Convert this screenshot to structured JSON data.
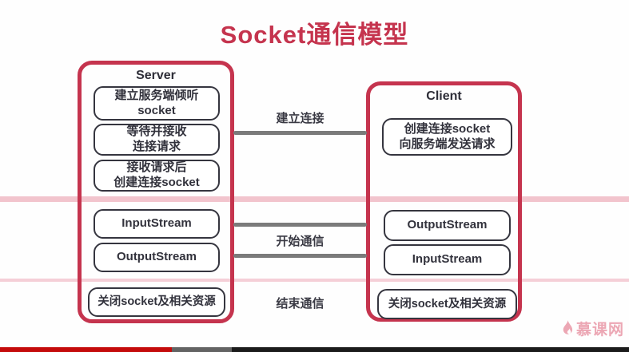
{
  "title": "Socket通信模型",
  "server": {
    "label": "Server",
    "steps": [
      "建立服务端倾听\nsocket",
      "等待并接收\n连接请求",
      "接收请求后\n创建连接socket",
      "InputStream",
      "OutputStream",
      "关闭socket及相关资源"
    ]
  },
  "client": {
    "label": "Client",
    "steps": [
      "创建连接socket\n向服务端发送请求",
      "OutputStream",
      "InputStream",
      "关闭socket及相关资源"
    ]
  },
  "phases": {
    "establish": "建立连接",
    "communicate": "开始通信",
    "finish": "结束通信"
  },
  "watermark": {
    "brand": "慕课网"
  },
  "player": {
    "progress_percent": 27,
    "buffered_percent": 37
  },
  "colors": {
    "accent": "#c5344e",
    "divider_band": "#f2c4cd",
    "connector": "#7b7b7b",
    "box_border": "#35353f",
    "text": "#32323c",
    "watermark": "#eca7b4",
    "progress_played": "#c40b0b",
    "progress_buffered": "#636363",
    "progress_remaining": "#1b1b1b"
  }
}
